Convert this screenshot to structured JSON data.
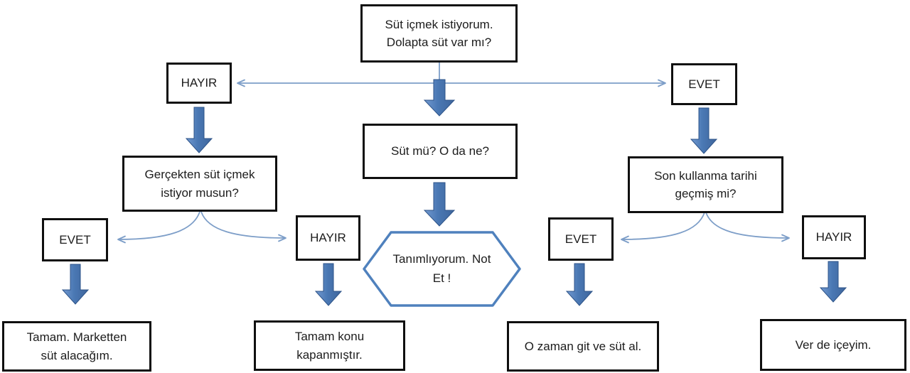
{
  "diagram": {
    "type": "flowchart",
    "language": "tr",
    "nodes": {
      "start": "Süt içmek istiyorum. Dolapta süt var mı?",
      "branch_no": "HAYIR",
      "branch_yes": "EVET",
      "milk_what": "Süt mü? O da ne?",
      "define_note": "Tanımlıyorum. Not Et !",
      "really_want": "Gerçekten süt içmek istiyor musun?",
      "expiry_passed": "Son kullanma tarihi geçmiş mi?",
      "left_yes": "EVET",
      "left_no": "HAYIR",
      "right_yes": "EVET",
      "right_no": "HAYIR",
      "buy_market": "Tamam. Marketten süt alacağım.",
      "topic_closed": "Tamam konu kapanmıştır.",
      "go_buy": "O zaman git ve süt al.",
      "give_milk": "Ver de içeyim."
    },
    "edges": [
      {
        "from": "start",
        "to": "branch_no",
        "style": "thin-arrow"
      },
      {
        "from": "start",
        "to": "branch_yes",
        "style": "thin-arrow"
      },
      {
        "from": "start",
        "to": "milk_what",
        "style": "block-arrow"
      },
      {
        "from": "milk_what",
        "to": "define_note",
        "style": "block-arrow"
      },
      {
        "from": "branch_no",
        "to": "really_want",
        "style": "block-arrow"
      },
      {
        "from": "really_want",
        "to": "left_yes",
        "style": "thin-curve-arrow"
      },
      {
        "from": "really_want",
        "to": "left_no",
        "style": "thin-curve-arrow"
      },
      {
        "from": "left_yes",
        "to": "buy_market",
        "style": "block-arrow"
      },
      {
        "from": "left_no",
        "to": "topic_closed",
        "style": "block-arrow"
      },
      {
        "from": "branch_yes",
        "to": "expiry_passed",
        "style": "block-arrow"
      },
      {
        "from": "expiry_passed",
        "to": "right_yes",
        "style": "thin-curve-arrow"
      },
      {
        "from": "expiry_passed",
        "to": "right_no",
        "style": "thin-curve-arrow"
      },
      {
        "from": "right_yes",
        "to": "go_buy",
        "style": "block-arrow"
      },
      {
        "from": "right_no",
        "to": "give_milk",
        "style": "block-arrow"
      }
    ],
    "colors": {
      "box_border": "#0f0f0f",
      "box_fill": "#ffffff",
      "text": "#1c1c1c",
      "thin_arrow": "#7d9ec8",
      "block_arrow_fill": "#4a78b4",
      "block_arrow_edge": "#2d5388",
      "hexagon_border": "#4f81bd"
    }
  }
}
